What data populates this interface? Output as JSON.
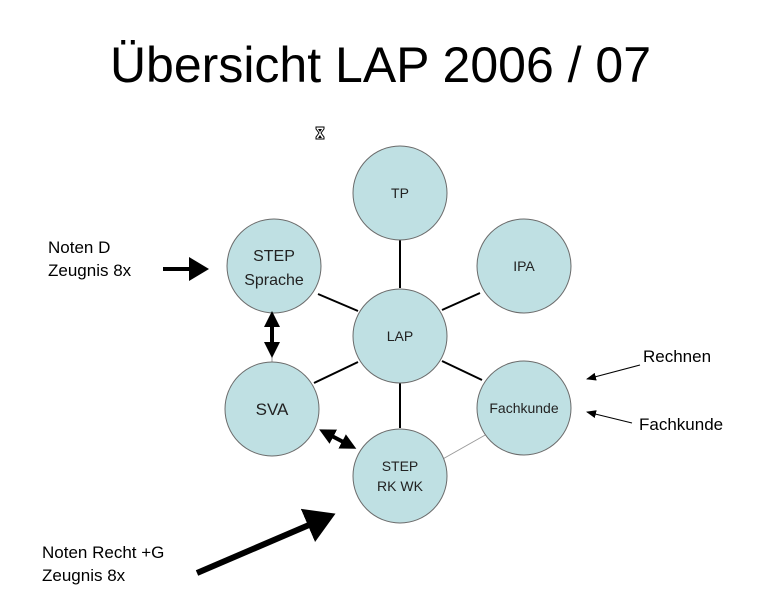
{
  "title": "Übersicht LAP 2006 / 07",
  "nodes": {
    "tp": "TP",
    "ipa": "IPA",
    "step_sprache_1": "STEP",
    "step_sprache_2": "Sprache",
    "lap": "LAP",
    "sva": "SVA",
    "fachkunde": "Fachkunde",
    "step_rkwk_1": "STEP",
    "step_rkwk_2": "RK WK"
  },
  "annotations": {
    "noten_d_1": "Noten D",
    "noten_d_2": "Zeugnis 8x",
    "rechnen": "Rechnen",
    "fachkunde": "Fachkunde",
    "noten_recht_1": "Noten Recht +G",
    "noten_recht_2": "Zeugnis 8x"
  },
  "colors": {
    "node_fill": "#bfe0e3",
    "node_stroke": "#6b6b6b"
  },
  "icons": {
    "cursor": "hourglass-icon"
  }
}
